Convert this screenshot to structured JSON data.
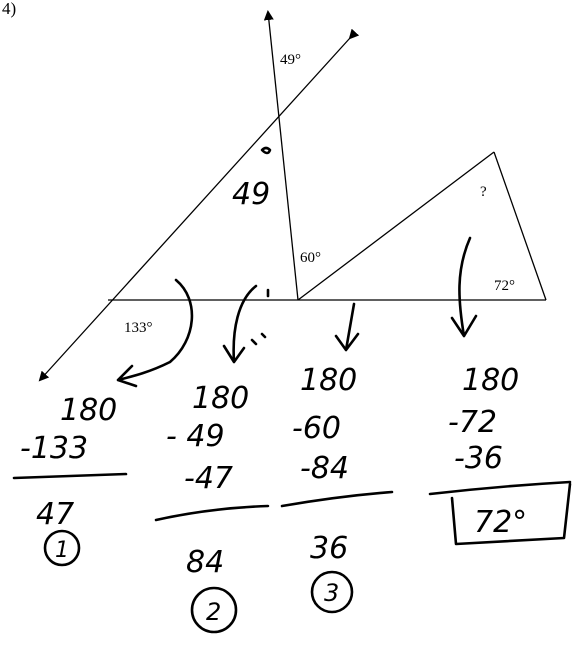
{
  "problem_number": "4)",
  "printed_angles": {
    "top": "49°",
    "middle": "60°",
    "bottom_left": "133°",
    "unknown": "?",
    "right": "72°"
  },
  "handwritten": {
    "top_angle": "49",
    "col1": {
      "l1": "180",
      "l2": "-133",
      "result": "47",
      "step": "1"
    },
    "col2": {
      "l1": "180",
      "l2": "- 49",
      "l3": "-47",
      "result": "84",
      "step": "2"
    },
    "col3": {
      "l1": "180",
      "l2": "-60",
      "l3": "-84",
      "result": "36",
      "step": "3"
    },
    "col4": {
      "l1": "180",
      "l2": "-72",
      "l3": "-36",
      "result": "72°"
    }
  }
}
